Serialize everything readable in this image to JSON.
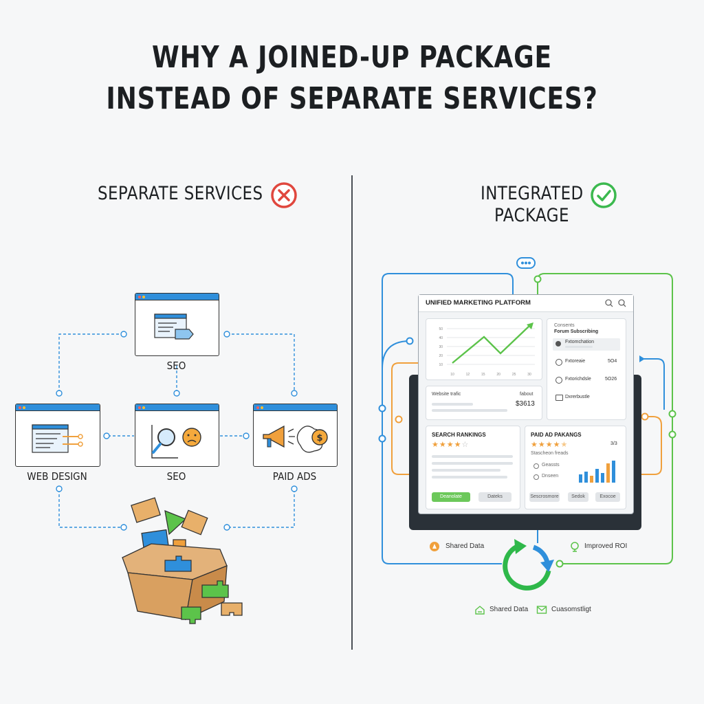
{
  "title": {
    "line1": "WHY A JOINED-UP PACKAGE",
    "line2": "INSTEAD OF SEPARATE SERVICES?"
  },
  "left": {
    "heading": "SEPARATE SERVICES",
    "status_icon": "x-circle-icon",
    "status_color": "#e0473e",
    "services": {
      "top": "SEO",
      "left": "WEB DESIGN",
      "middle": "SEO",
      "right": "PAID ADS"
    }
  },
  "right": {
    "heading_line1": "INTEGRATED",
    "heading_line2": "PACKAGE",
    "status_icon": "check-circle-icon",
    "status_color": "#3cb94f",
    "platform": {
      "title": "UNIFIED MARKETING PLATFORM",
      "chart_ticks": [
        "50",
        "40",
        "30",
        "20",
        "10"
      ],
      "chart_x": [
        "10",
        "12",
        "15",
        "20",
        "25",
        "30"
      ],
      "side_title": "Consents",
      "side_subtitle": "Forum Subscribing",
      "side_rows": [
        {
          "name": "Fxtomchation",
          "value": ""
        },
        {
          "name": "Fxtoreaie",
          "value": "5O4"
        },
        {
          "name": "Fxtorichdsle",
          "value": "5O26"
        }
      ],
      "side_footer": "Dxrerbustle",
      "visits_label": "Website trafic",
      "visits_tag": "fabout",
      "visits_value": "$3613",
      "search_title": "SEARCH RANKINGS",
      "search_button": "Deanolate",
      "search_button2": "Dateks",
      "ads_title": "PAID AD PAKANGS",
      "ads_value": "3/3",
      "ads_sub": "Stascheon freads",
      "ads_opt1": "Geassts",
      "ads_opt2": "Dnseen",
      "ads_btn1": "Sescrosmore",
      "ads_btn2": "Sedok",
      "ads_btn3": "Exocoe"
    },
    "footer1": {
      "left": "Shared Data",
      "right": "Improved ROI"
    },
    "footer2": {
      "left": "Shared Data",
      "right": "Cuasomstligt"
    }
  },
  "colors": {
    "blue": "#2f8fdb",
    "green": "#5cc34a",
    "orange": "#f0a03c",
    "dark": "#2a3138"
  }
}
